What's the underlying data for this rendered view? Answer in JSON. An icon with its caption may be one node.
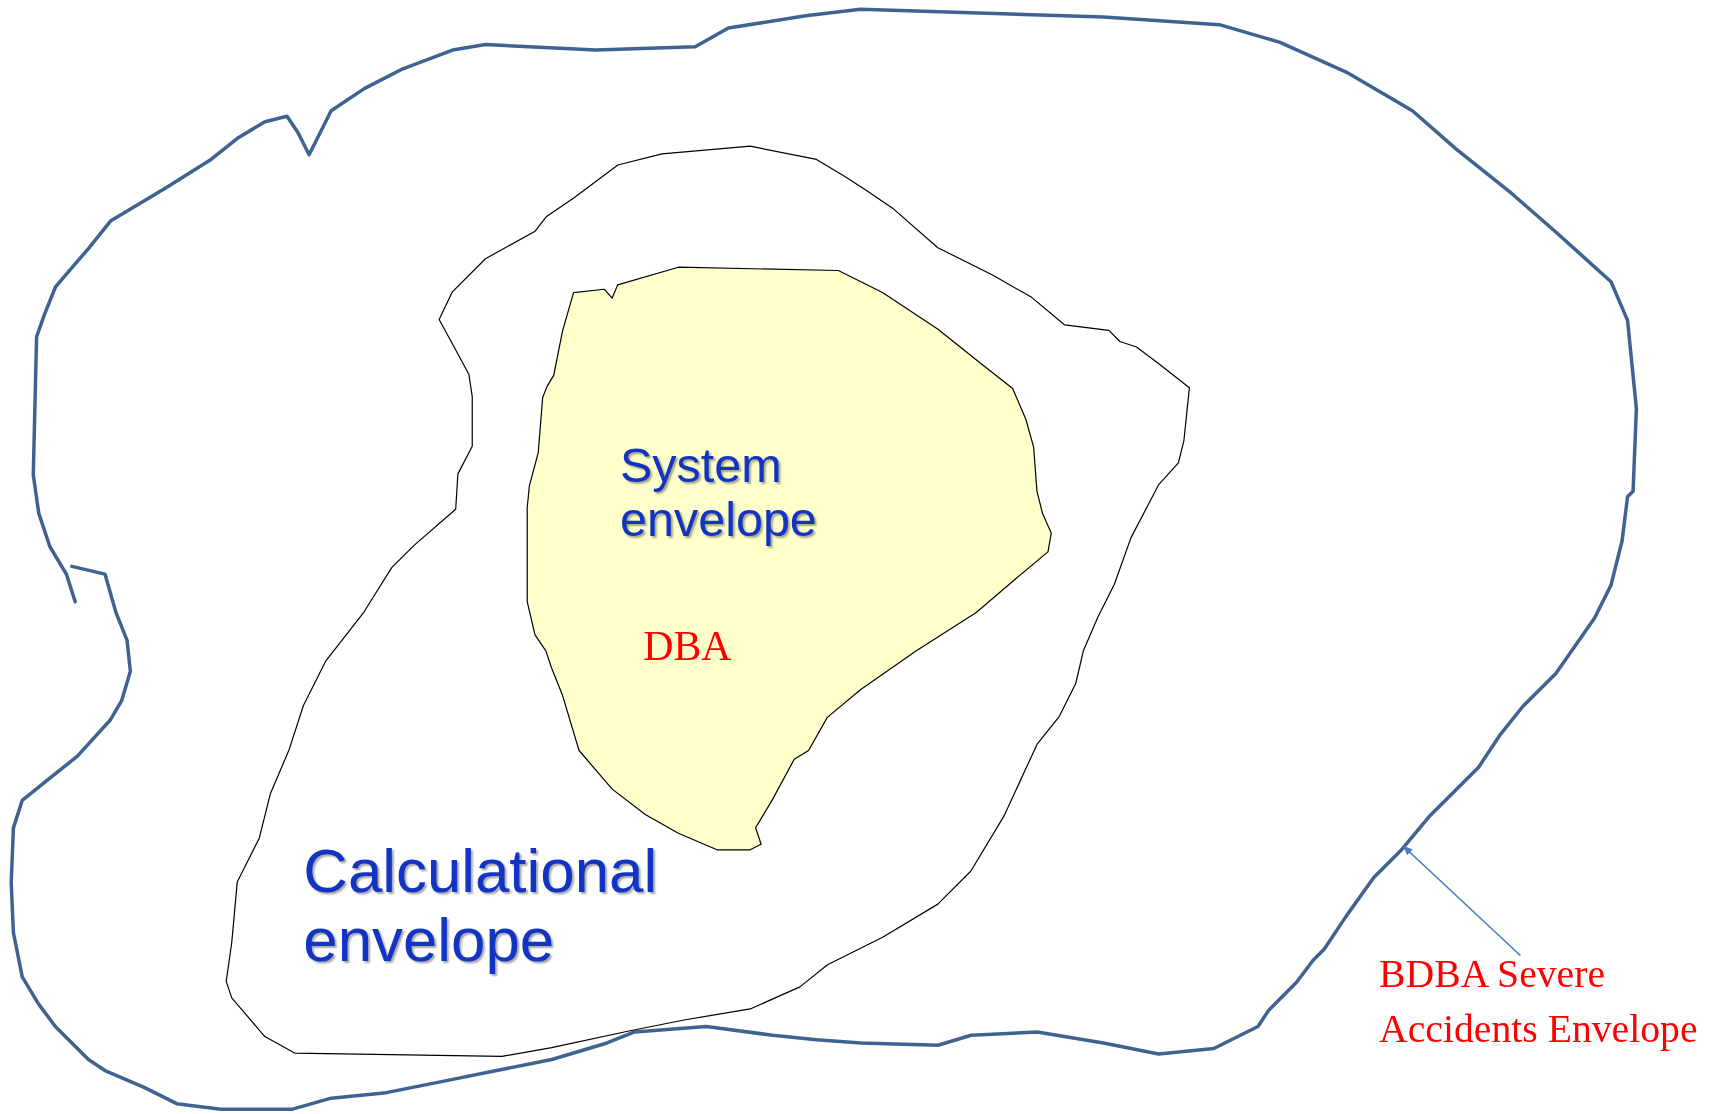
{
  "diagram": {
    "nodes": [
      {
        "text": [],
        "shape": "cloud"
      },
      {
        "text": [
          "Calculational envelope"
        ],
        "in": 0
      },
      {
        "text": [
          "System envelope",
          "DBA"
        ],
        "in": 1
      },
      {
        "text": [
          "BDBA Severe Accidents Envelope"
        ]
      }
    ],
    "edges": [
      {
        "from": 3,
        "to": 0,
        "arrow": "to"
      }
    ]
  }
}
